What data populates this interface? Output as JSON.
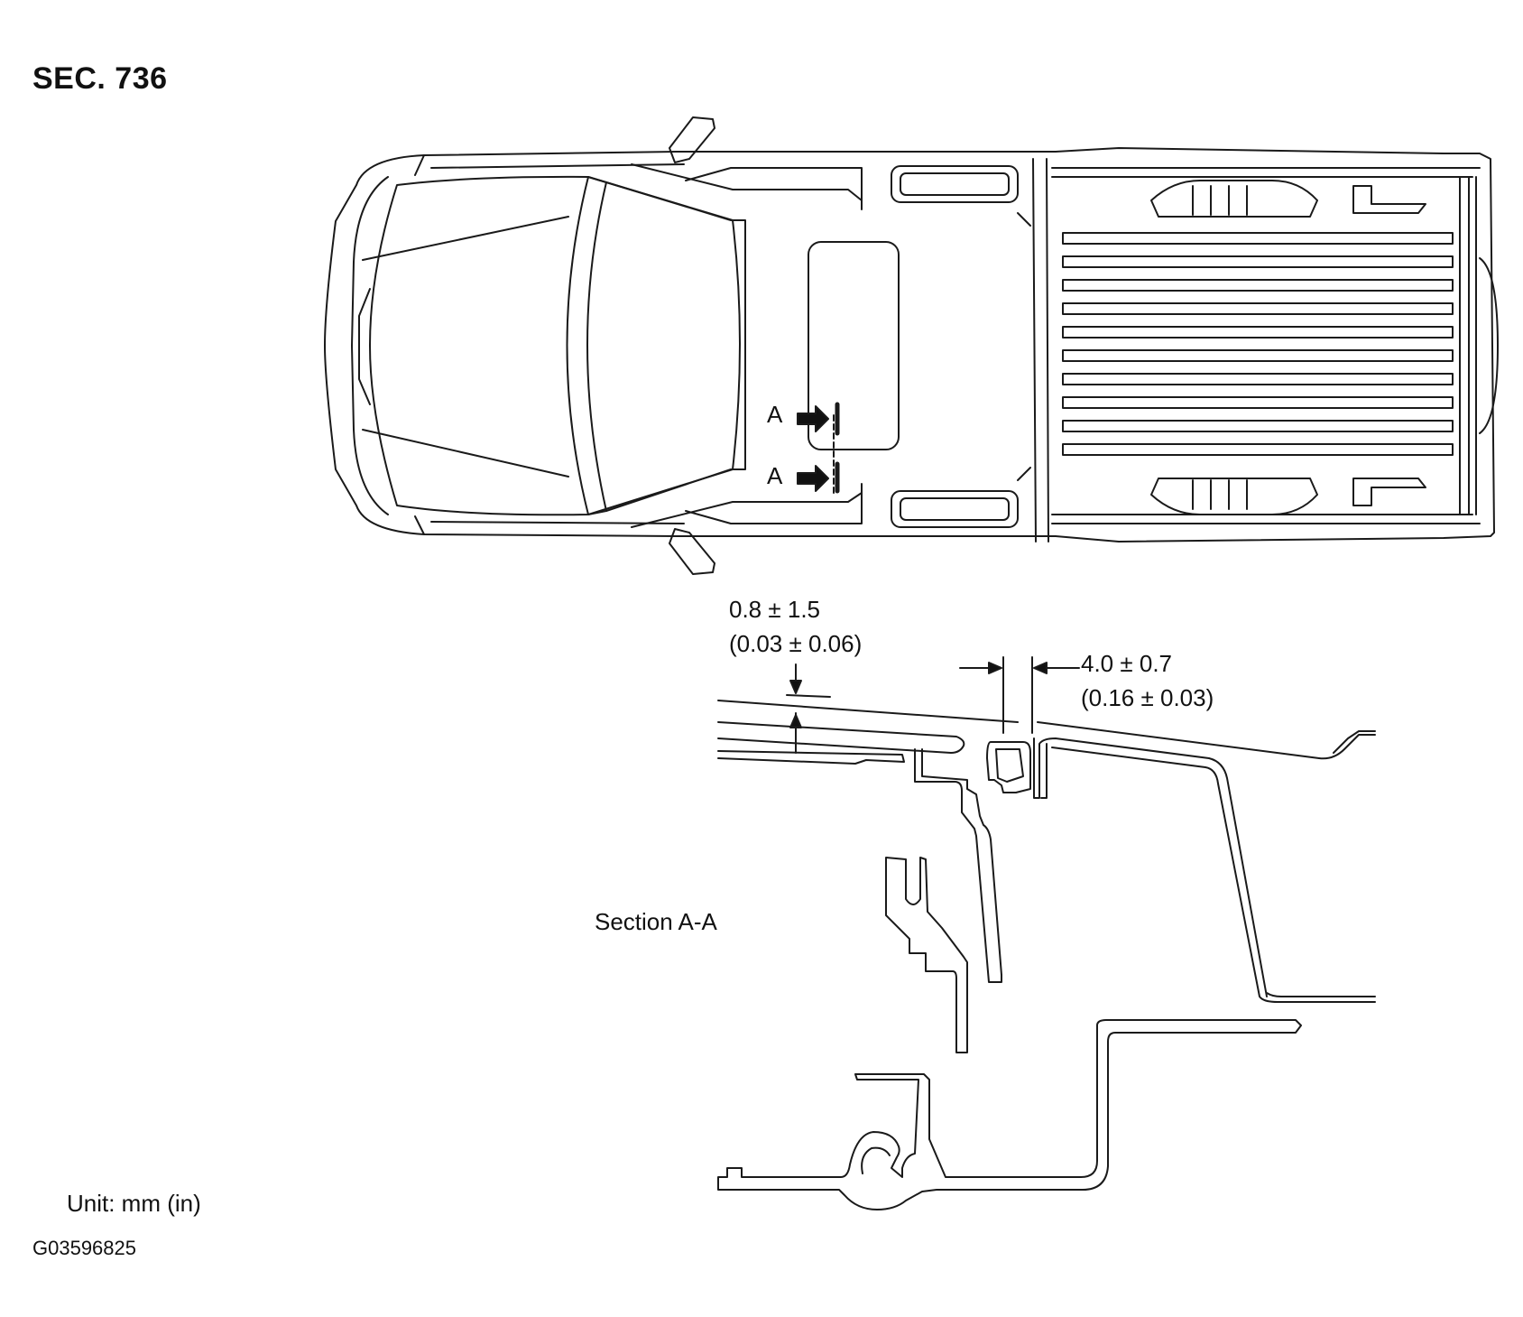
{
  "header": {
    "section": "SEC. 736"
  },
  "plan_view": {
    "cut_marks": [
      {
        "letter": "A"
      },
      {
        "letter": "A"
      }
    ]
  },
  "section_view": {
    "title": "Section A-A",
    "dimensions": {
      "flush": {
        "mm": "0.8 ± 1.5",
        "in": "(0.03 ± 0.06)"
      },
      "gap": {
        "mm": "4.0 ± 0.7",
        "in": "(0.16 ± 0.03)"
      }
    }
  },
  "footer": {
    "unit": "Unit: mm (in)",
    "figure_id": "G03596825"
  }
}
